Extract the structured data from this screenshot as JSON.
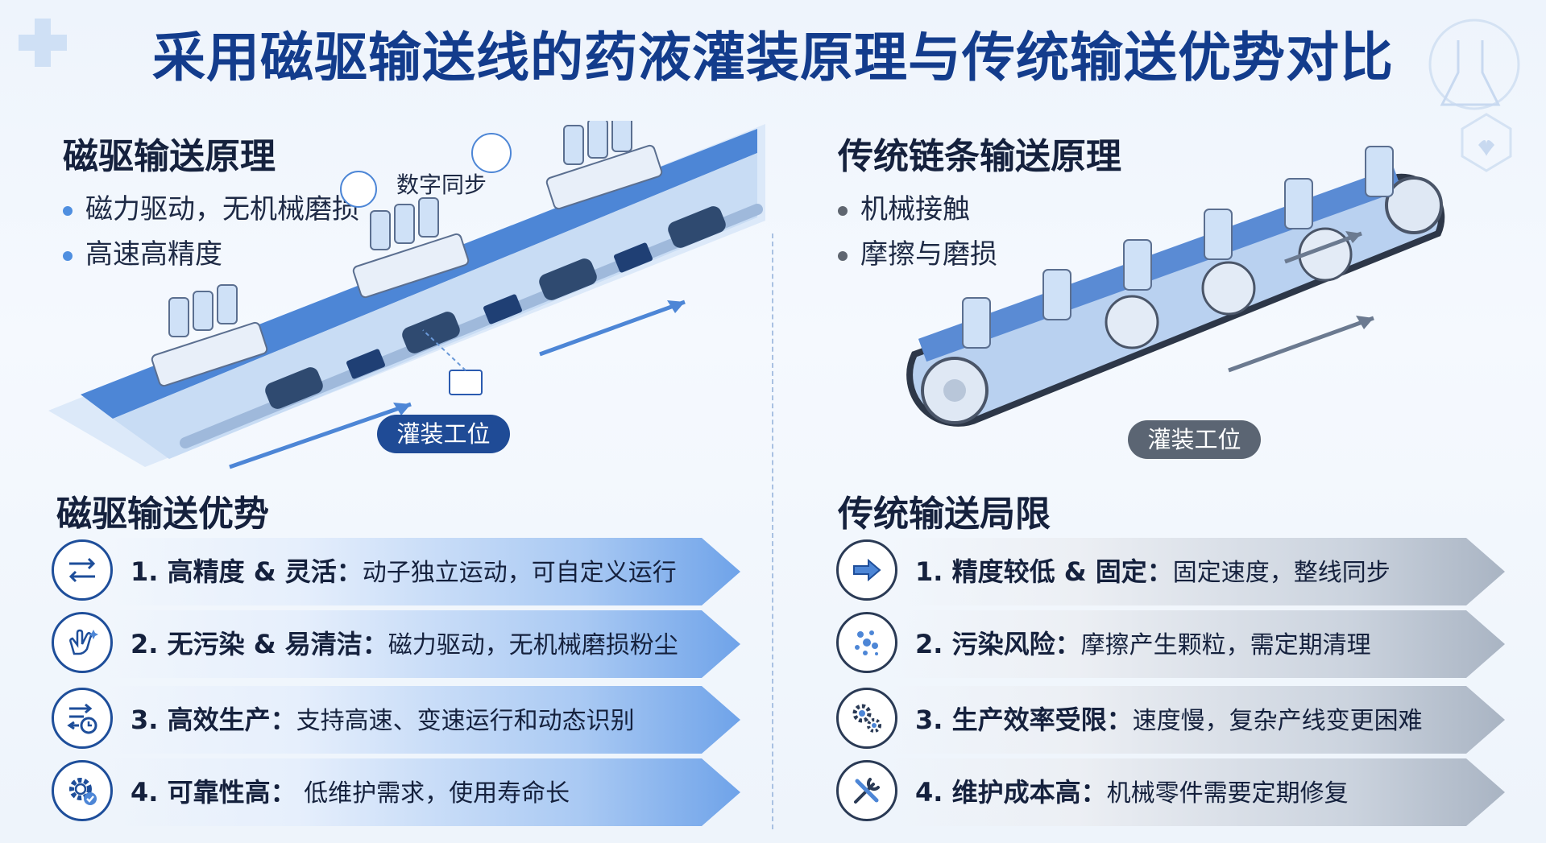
{
  "title": "采用磁驱输送线的药液灌装原理与传统输送优势对比",
  "left_principle": {
    "heading": "磁驱输送原理",
    "bullets": [
      "磁力驱动，无机械磨损",
      "高速高精度"
    ],
    "callout": "数字同步",
    "station_label": "灌装工位"
  },
  "right_principle": {
    "heading": "传统链条输送原理",
    "bullets": [
      "机械接触",
      "摩擦与磨损"
    ],
    "station_label": "灌装工位"
  },
  "advantages": {
    "heading": "磁驱输送优势",
    "items": [
      {
        "title": "1. 高精度 & 灵活：",
        "desc": "动子独立运动，可自定义运行",
        "icon": "arrows-exchange-icon"
      },
      {
        "title": "2. 无污染 & 易清洁：",
        "desc": "磁力驱动，无机械磨损粉尘",
        "icon": "clean-hand-icon"
      },
      {
        "title": "3. 高效生产：",
        "desc": "支持高速、变速运行和动态识别",
        "icon": "speed-clock-icon"
      },
      {
        "title": "4. 可靠性高：",
        "desc": " 低维护需求，使用寿命长",
        "icon": "gear-check-icon"
      }
    ]
  },
  "limitations": {
    "heading": "传统输送局限",
    "items": [
      {
        "title": "1. 精度较低 & 固定：",
        "desc": "固定速度，整线同步",
        "icon": "arrow-right-icon"
      },
      {
        "title": "2. 污染风险：",
        "desc": "摩擦产生颗粒，需定期清理",
        "icon": "particles-icon"
      },
      {
        "title": "3. 生产效率受限：",
        "desc": "速度慢，复杂产线变更困难",
        "icon": "gears-icon"
      },
      {
        "title": "4. 维护成本高：",
        "desc": "机械零件需要定期修复",
        "icon": "wrench-tools-icon"
      }
    ]
  },
  "colors": {
    "title": "#133c8c",
    "accent_blue": "#4f8fe0",
    "pill_blue": "#1f4b96",
    "pill_gray": "#5b6573"
  }
}
